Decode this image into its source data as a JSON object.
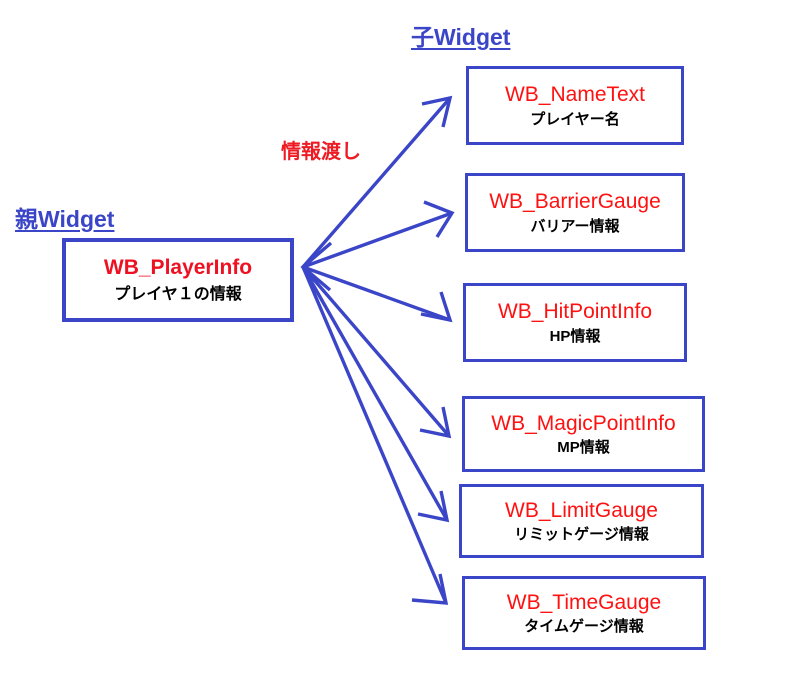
{
  "diagram": {
    "parent_section_label": "親Widget",
    "child_section_label": "子Widget",
    "flow_label": "情報渡し",
    "colors": {
      "box_border": "#3B45C8",
      "heading": "#3B45C8",
      "title_red": "#FF1111",
      "flow_red": "#ED1C24",
      "subtitle": "#000000",
      "background": "#FFFFFF"
    }
  },
  "parent_widget": {
    "title": "WB_PlayerInfo",
    "subtitle": "プレイヤ１の情報"
  },
  "child_widgets": [
    {
      "title": "WB_NameText",
      "subtitle": "プレイヤー名"
    },
    {
      "title": "WB_BarrierGauge",
      "subtitle": "バリアー情報"
    },
    {
      "title": "WB_HitPointInfo",
      "subtitle": "HP情報"
    },
    {
      "title": "WB_MagicPointInfo",
      "subtitle": "MP情報"
    },
    {
      "title": "WB_LimitGauge",
      "subtitle": "リミットゲージ情報"
    },
    {
      "title": "WB_TimeGauge",
      "subtitle": "タイムゲージ情報"
    }
  ]
}
